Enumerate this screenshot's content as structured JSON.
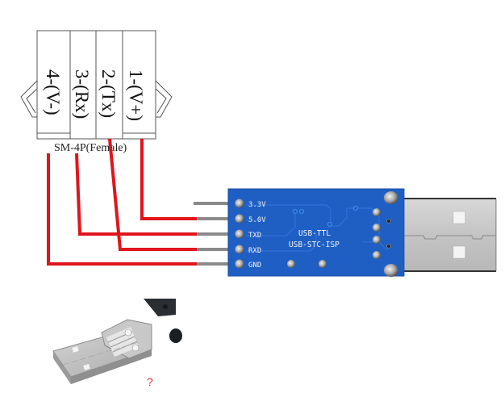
{
  "connector": {
    "name": "SM-4P(Female)",
    "pins": [
      {
        "label": "4-(V-)"
      },
      {
        "label": "3-(Rx)"
      },
      {
        "label": "2-(Tx)"
      },
      {
        "label": "1-(V+)"
      }
    ]
  },
  "module": {
    "title_line1": "USB-TTL",
    "title_line2": "USB-STC-ISP",
    "pins": [
      {
        "label": "3.3V",
        "wired": false
      },
      {
        "label": "5.0V",
        "wired": true
      },
      {
        "label": "TXD",
        "wired": true
      },
      {
        "label": "RXD",
        "wired": true
      },
      {
        "label": "GND",
        "wired": true
      }
    ],
    "board_color": "#1f5fc4",
    "wire_color": "#e0141c"
  },
  "wiring": [
    {
      "from": "1-(V+)",
      "to": "5.0V"
    },
    {
      "from": "3-(Rx)",
      "to": "TXD"
    },
    {
      "from": "2-(Tx)",
      "to": "RXD"
    },
    {
      "from": "4-(V-)",
      "to": "GND"
    }
  ],
  "annotation": {
    "question_mark": "?"
  }
}
